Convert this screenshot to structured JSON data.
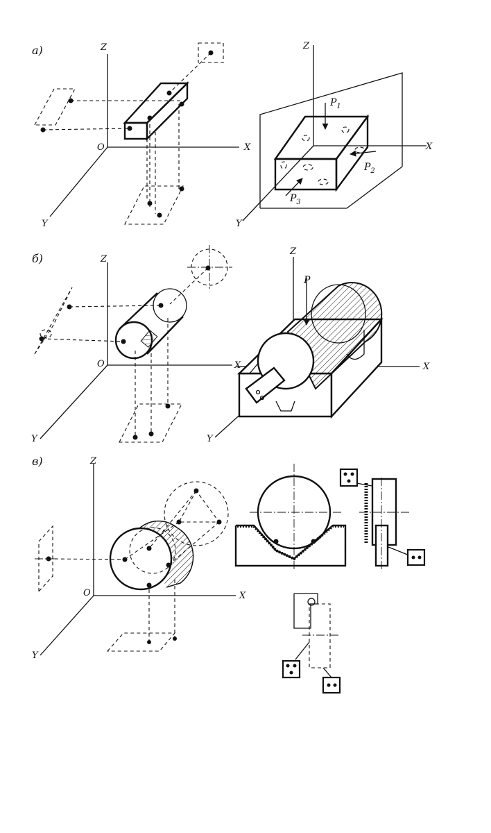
{
  "panels": {
    "a": {
      "tag": "а)",
      "left_axes": {
        "z": "Z",
        "x": "X",
        "y": "Y",
        "origin": "O"
      },
      "right_axes": {
        "z": "Z",
        "x": "X",
        "y": "Y"
      },
      "forces": {
        "p1": "P",
        "p1_sub": "1",
        "p2": "P",
        "p2_sub": "2",
        "p3": "P",
        "p3_sub": "3"
      }
    },
    "b": {
      "tag": "б)",
      "left_axes": {
        "z": "Z",
        "x": "X",
        "y": "Y",
        "origin": "O"
      },
      "right_axes": {
        "z": "Z",
        "x": "X",
        "y": "Y"
      },
      "force": "P"
    },
    "c": {
      "tag": "в)",
      "left_axes": {
        "z": "Z",
        "x": "X",
        "y": "Y",
        "origin": "O"
      }
    }
  },
  "icons": [
    "support-point-symbol-3",
    "support-point-symbol-2"
  ]
}
